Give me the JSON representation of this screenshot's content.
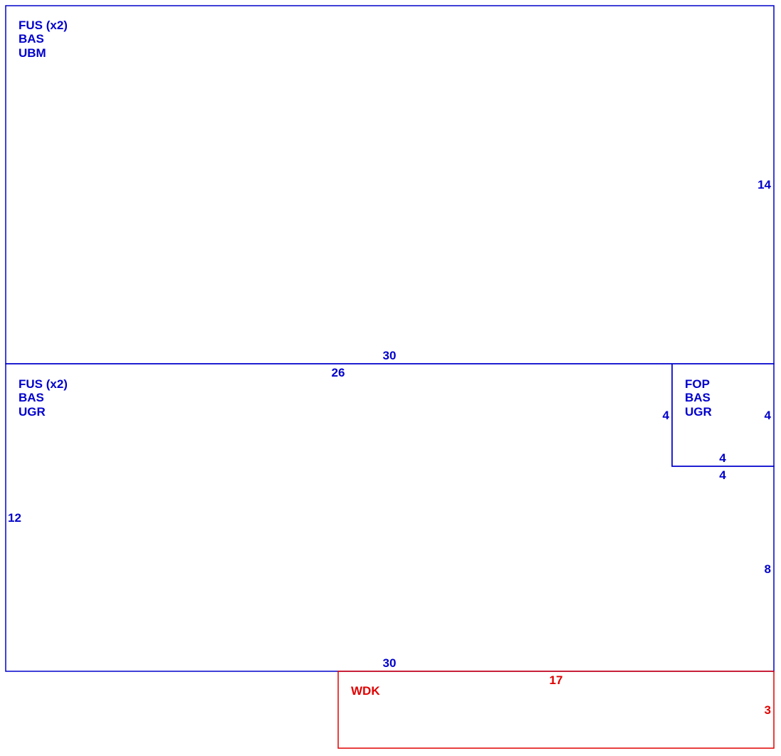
{
  "colors": {
    "primary": "#0000cc",
    "secondary": "#e00000",
    "background": "#ffffff"
  },
  "rooms": [
    {
      "id": "room-1",
      "labels": [
        "FUS (x2)",
        "BAS",
        "UBM"
      ],
      "color": "primary",
      "dims": [
        "30",
        "14"
      ]
    },
    {
      "id": "room-2",
      "labels": [
        "FUS (x2)",
        "BAS",
        "UGR"
      ],
      "color": "primary",
      "dims": [
        "26",
        "4",
        "12",
        "30",
        "8"
      ]
    },
    {
      "id": "room-3",
      "labels": [
        "FOP",
        "BAS",
        "UGR"
      ],
      "color": "primary",
      "dims": [
        "4",
        "4",
        "4"
      ]
    },
    {
      "id": "room-4",
      "labels": [
        "WDK"
      ],
      "color": "secondary",
      "dims": [
        "17",
        "3"
      ]
    }
  ]
}
